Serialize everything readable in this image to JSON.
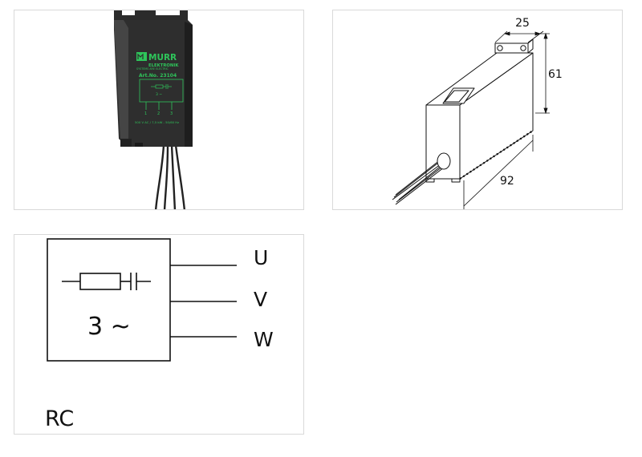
{
  "product_photo": {
    "brand": "MURR",
    "brand_sub": "ELEKTRONIK",
    "tagline": "SYSTEMS ARE ELECTRIC",
    "article_number": "Art.No. 23104",
    "phase_mark": "3 ~",
    "terminal_labels": [
      "1",
      "2",
      "3"
    ],
    "rating": "500 V AC / 7,5 kW - 50/60 Hz"
  },
  "dimension_drawing": {
    "width_label": "25",
    "height_label": "61",
    "length_label": "92"
  },
  "schematic": {
    "phase_label": "3 ~",
    "terminals": [
      "U",
      "V",
      "W"
    ],
    "type_label": "RC"
  }
}
